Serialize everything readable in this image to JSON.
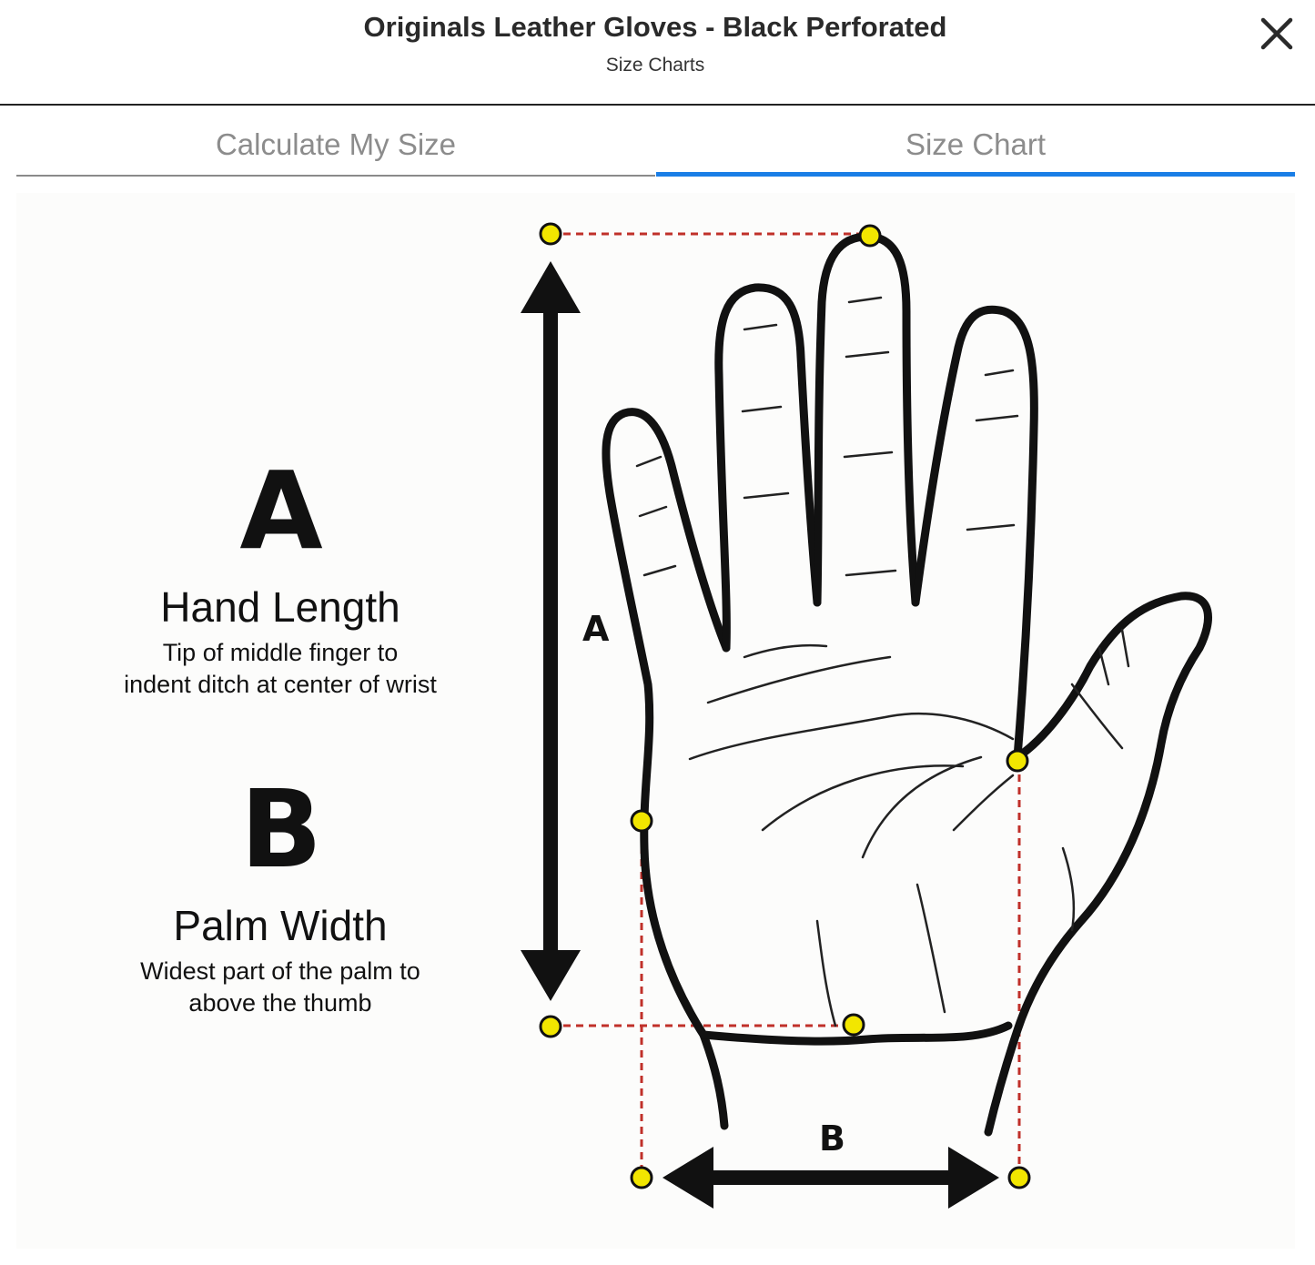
{
  "header": {
    "title": "Originals Leather Gloves - Black Perforated",
    "subtitle": "Size Charts",
    "close_icon": "close-icon"
  },
  "tabs": [
    {
      "label": "Calculate My Size",
      "active": false
    },
    {
      "label": "Size Chart",
      "active": true
    }
  ],
  "diagram": {
    "measurements": [
      {
        "letter": "A",
        "name": "Hand Length",
        "description_line1": "Tip of middle finger to",
        "description_line2": "indent ditch at center of wrist"
      },
      {
        "letter": "B",
        "name": "Palm Width",
        "description_line1": "Widest part of the palm to",
        "description_line2": "above the thumb"
      }
    ],
    "arrow_label_a": "A",
    "arrow_label_b": "B",
    "marker_color": "#f2e600",
    "guide_color": "#c0302a",
    "active_tab_color": "#1a7ee6"
  }
}
